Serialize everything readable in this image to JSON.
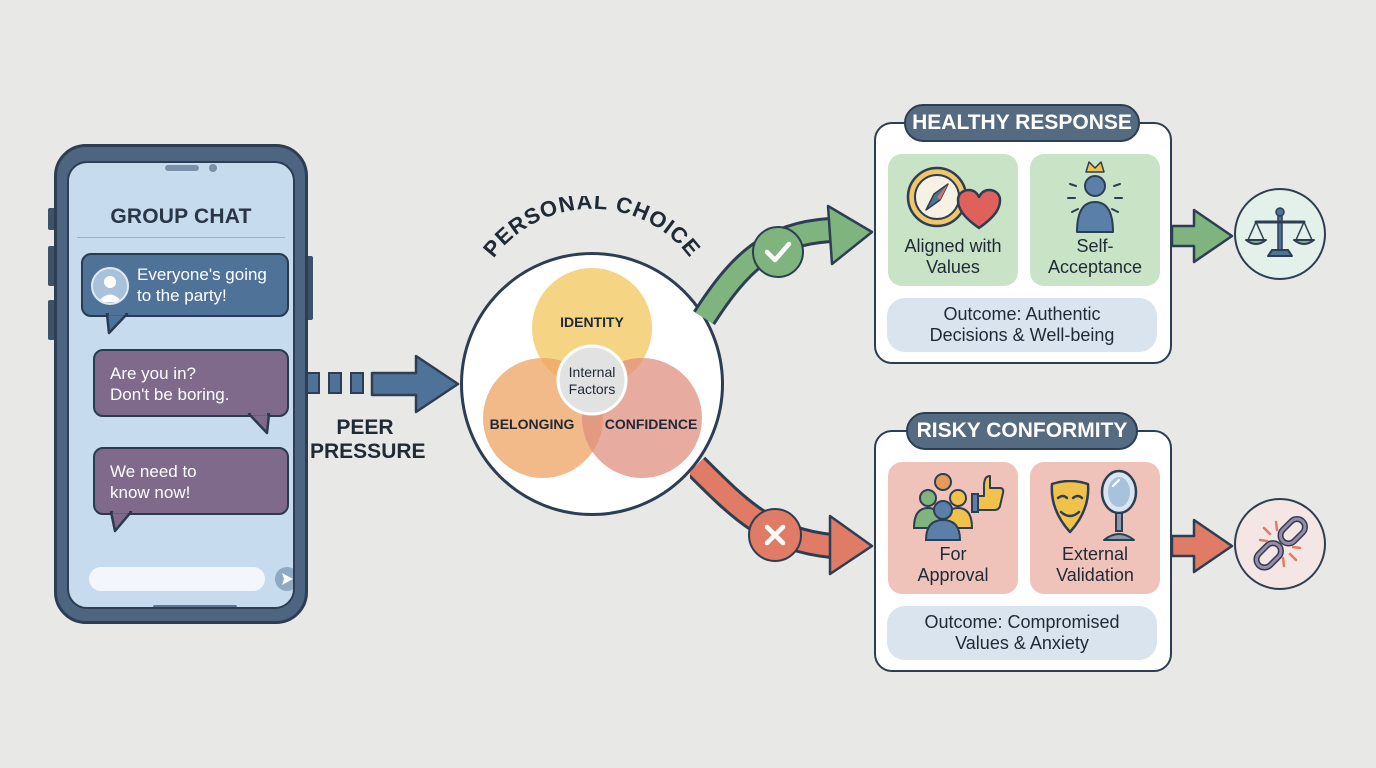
{
  "phone": {
    "title": "GROUP CHAT",
    "messages": [
      {
        "text_line1": "Everyone's going",
        "text_line2": "to the party!",
        "color": "#4f7398"
      },
      {
        "text_line1": "Are you in?",
        "text_line2": "Don't be boring.",
        "color": "#7f6a8c"
      },
      {
        "text_line1": "We need to",
        "text_line2": "know now!",
        "color": "#7f6a8c"
      }
    ]
  },
  "pressure": {
    "line1": "PEER",
    "line2": "PRESSURE"
  },
  "choice": {
    "title": "PERSONAL CHOICE",
    "identity": "IDENTITY",
    "belonging": "BELONGING",
    "confidence": "CONFIDENCE",
    "internal_line1": "Internal",
    "internal_line2": "Factors"
  },
  "healthy": {
    "header": "HEALTHY RESPONSE",
    "card1_line1": "Aligned with",
    "card1_line2": "Values",
    "card2_line1": "Self-",
    "card2_line2": "Acceptance",
    "outcome_line1": "Outcome: Authentic",
    "outcome_line2": "Decisions & Well-being",
    "icons": [
      "compass-icon",
      "heart-icon",
      "crowned-person-icon",
      "balance-scale-icon",
      "check-icon"
    ],
    "color": "#7fb47e"
  },
  "risky": {
    "header": "RISKY CONFORMITY",
    "card1_line1": "For",
    "card1_line2": "Approval",
    "card2_line1": "External",
    "card2_line2": "Validation",
    "outcome_line1": "Outcome: Compromised",
    "outcome_line2": "Values & Anxiety",
    "icons": [
      "group-thumbs-up-icon",
      "mask-icon",
      "mirror-icon",
      "broken-chain-icon",
      "x-icon"
    ],
    "color": "#e07b66"
  }
}
